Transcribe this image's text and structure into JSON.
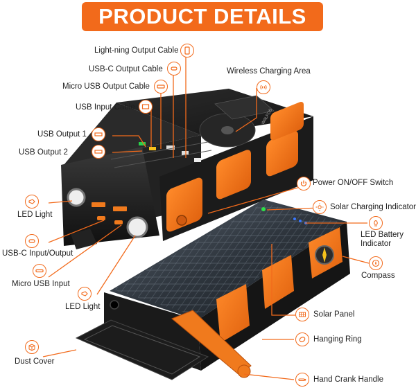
{
  "title": "PRODUCT DETAILS",
  "colors": {
    "accent": "#f26a1b",
    "body": "#1c1c1c",
    "rubber": "#f07a1d"
  },
  "callouts": [
    {
      "key": "lightning",
      "label": "Light-ning Output Cable",
      "icon": "lightning-cable-icon"
    },
    {
      "key": "usbc_out",
      "label": "USB-C Output Cable",
      "icon": "usb-c-cable-icon"
    },
    {
      "key": "micro_out",
      "label": "Micro USB Output Cable",
      "icon": "micro-usb-cable-icon"
    },
    {
      "key": "usb_in",
      "label": "USB Input Cable",
      "icon": "usb-input-cable-icon"
    },
    {
      "key": "usb_out1",
      "label": "USB Output 1",
      "icon": "usb-port-icon"
    },
    {
      "key": "usb_out2",
      "label": "USB Output 2",
      "icon": "usb-port-icon"
    },
    {
      "key": "led1",
      "label": "LED Light",
      "icon": "flashlight-icon"
    },
    {
      "key": "usbc_io",
      "label": "USB-C Input/Output",
      "icon": "usb-c-port-icon"
    },
    {
      "key": "micro_in",
      "label": "Micro USB Input",
      "icon": "micro-usb-port-icon"
    },
    {
      "key": "led2",
      "label": "LED Light",
      "icon": "flashlight-icon"
    },
    {
      "key": "dust",
      "label": "Dust Cover",
      "icon": "box-icon"
    },
    {
      "key": "wireless",
      "label": "Wireless Charging Area",
      "icon": "wireless-icon"
    },
    {
      "key": "power",
      "label": "Power ON/OFF Switch",
      "icon": "power-icon"
    },
    {
      "key": "solar_ind",
      "label": "Solar Charging Indicator",
      "icon": "sun-icon"
    },
    {
      "key": "led_batt",
      "label": "LED Battery Indicator",
      "icon": "battery-light-icon"
    },
    {
      "key": "compass",
      "label": "Compass",
      "icon": "compass-icon"
    },
    {
      "key": "solar_panel",
      "label": "Solar Panel",
      "icon": "solar-panel-icon"
    },
    {
      "key": "ring",
      "label": "Hanging Ring",
      "icon": "ring-icon"
    },
    {
      "key": "crank",
      "label": "Hand Crank Handle",
      "icon": "crank-icon"
    }
  ],
  "device": {
    "brand_label": "WALFOS"
  }
}
